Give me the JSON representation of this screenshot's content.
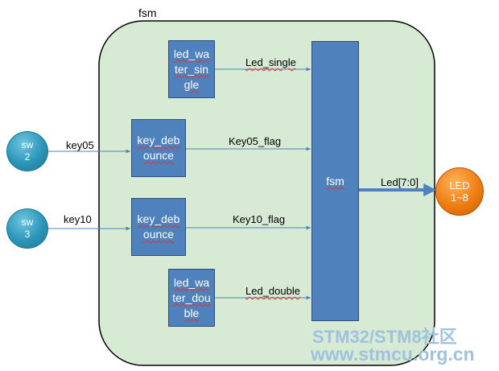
{
  "container": {
    "label": "fsm"
  },
  "blocks": {
    "led_water_single": "led_water_single",
    "key_debounce_1": "key_debounce",
    "key_debounce_2": "key_debounce",
    "led_water_double": "led_water_double",
    "fsm": "fsm"
  },
  "inputs": {
    "sw2": {
      "top": "sw",
      "bottom": "2"
    },
    "sw3": {
      "top": "sw",
      "bottom": "3"
    }
  },
  "output": {
    "top": "LED",
    "bottom": "1~8"
  },
  "signals": {
    "key05": "key05",
    "key10": "key10",
    "led_single": "Led_single",
    "key05_flag": "Key05_flag",
    "key10_flag": "Key10_flag",
    "led_double": "Led_double",
    "led_bus": "Led[7:0]"
  },
  "watermark": {
    "line1": "STM32/STM8社区",
    "line2": "www.stmcu.org.cn"
  },
  "colors": {
    "container_fill": "#d7ead3",
    "block_fill": "#4f81bd",
    "arrow": "#4f81bd",
    "sw_fill": "#2b95b8",
    "led_fill": "#f07d12"
  }
}
